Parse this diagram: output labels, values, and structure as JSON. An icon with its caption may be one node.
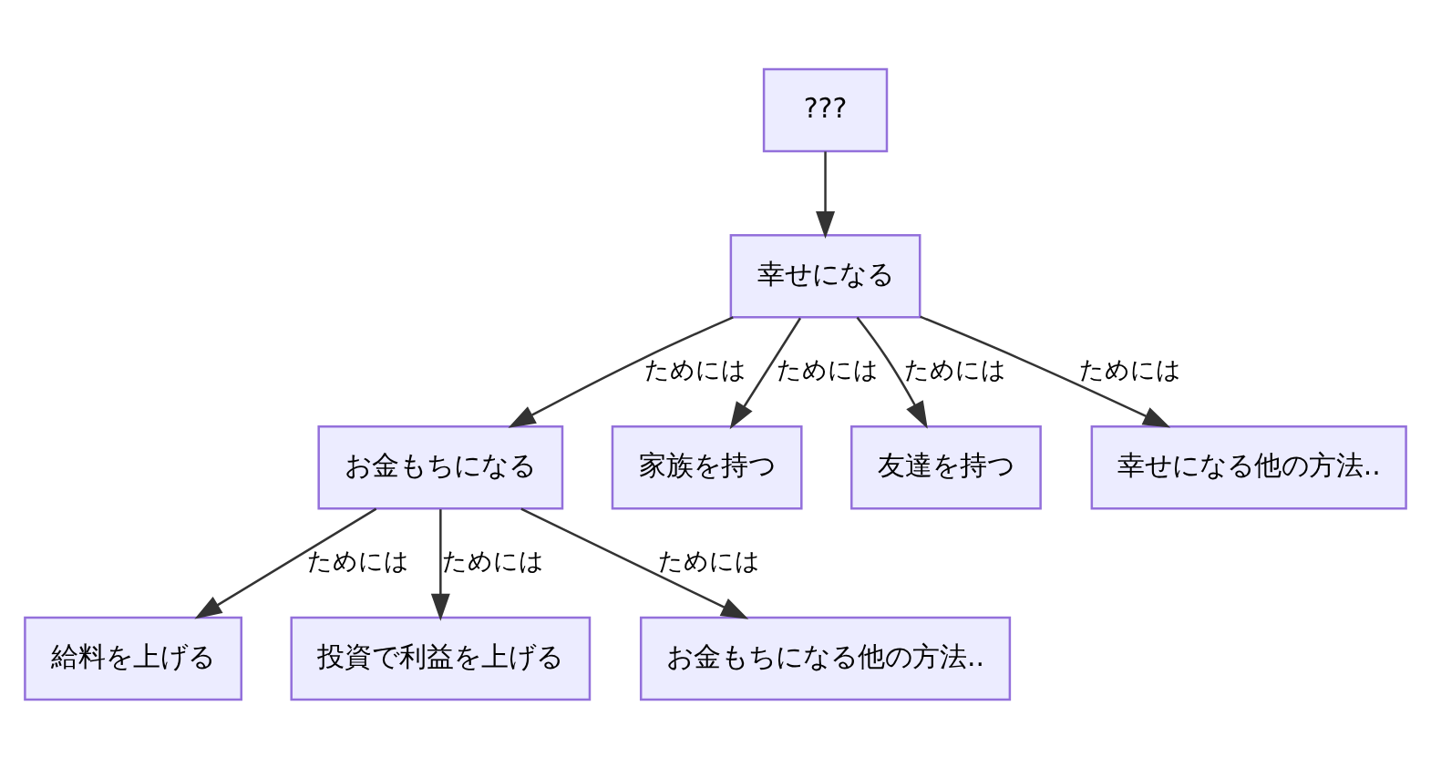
{
  "diagram": {
    "nodes": [
      {
        "text": [
          "???"
        ]
      },
      {
        "text": [
          "幸せになる"
        ]
      },
      {
        "text": [
          "お金もちになる"
        ]
      },
      {
        "text": [
          "家族を持つ"
        ]
      },
      {
        "text": [
          "友達を持つ"
        ]
      },
      {
        "text": [
          "幸せになる他の方法.."
        ]
      },
      {
        "text": [
          "給料を上げる"
        ]
      },
      {
        "text": [
          "投資で利益を上げる"
        ]
      },
      {
        "text": [
          "お金もちになる他の方法.."
        ]
      }
    ],
    "edges": [
      {
        "from": 0,
        "to": 1,
        "arrow": "to"
      },
      {
        "from": 1,
        "to": 2,
        "arrow": "to",
        "label": "ためには"
      },
      {
        "from": 1,
        "to": 3,
        "arrow": "to",
        "label": "ためには"
      },
      {
        "from": 1,
        "to": 4,
        "arrow": "to",
        "label": "ためには"
      },
      {
        "from": 1,
        "to": 5,
        "arrow": "to",
        "label": "ためには"
      },
      {
        "from": 2,
        "to": 6,
        "arrow": "to",
        "label": "ためには"
      },
      {
        "from": 2,
        "to": 7,
        "arrow": "to",
        "label": "ためには"
      },
      {
        "from": 2,
        "to": 8,
        "arrow": "to",
        "label": "ためには"
      }
    ]
  }
}
